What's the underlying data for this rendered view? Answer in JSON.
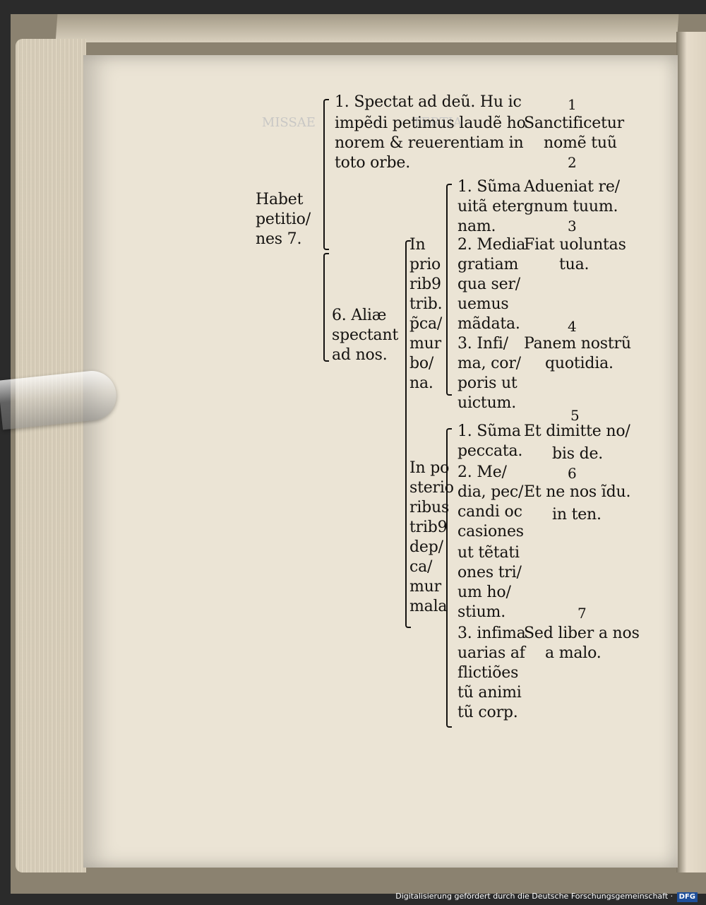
{
  "footer": {
    "text": "Digitalisierung gefördert durch die Deutsche Forschungsgemeinschaft ·",
    "logo": "DFG"
  },
  "left_label": [
    "Habet",
    "petitio/",
    "nes 7."
  ],
  "block_a": [
    "1. Spectat ad deũ. Hu ic",
    "impẽdi petimus laudẽ ho",
    "norem & reuerentiam in",
    "toto orbe."
  ],
  "block_b": [
    "6. Aliæ",
    "spectant",
    "ad nos."
  ],
  "col_prior": [
    "In",
    "prio",
    "rib9",
    "trib.",
    "p̃ca/",
    "mur",
    "bo/",
    "na."
  ],
  "col_prior_items": [
    "1. Sũma",
    "uitã eter",
    "nam.",
    "2. Media",
    "gratiam",
    "qua ser/",
    "uemus",
    "mãdata.",
    "3. Infi/",
    "ma, cor/",
    "poris ut",
    "uictum."
  ],
  "col_post": [
    "In po",
    "sterio",
    "ribus",
    "trib9",
    "dep/",
    "ca/",
    "mur",
    "mala"
  ],
  "col_post_items": [
    "1. Sũma",
    "peccata.",
    "2. Me/",
    "dia, pec/",
    "candi oc",
    "casiones",
    "ut tẽtati",
    "ones tri/",
    "um ho/",
    "stium.",
    "3. infima",
    "uarias af",
    "flictiões",
    "tũ animi",
    "tũ corp."
  ],
  "petitions": [
    {
      "num": "1",
      "lines": [
        "Sanctificetur",
        "nomẽ tuũ"
      ]
    },
    {
      "num": "2",
      "lines": [
        "Adueniat re/",
        "gnum tuum."
      ]
    },
    {
      "num": "3",
      "lines": [
        "Fiat uoluntas",
        "tua."
      ]
    },
    {
      "num": "4",
      "lines": [
        "Panem nostrũ",
        "quotidia."
      ]
    },
    {
      "num": "5",
      "lines": [
        "Et dimitte no/",
        "bis de."
      ]
    },
    {
      "num": "6",
      "lines": [
        "Et ne nos ĩdu.",
        "in ten."
      ]
    },
    {
      "num": "7",
      "lines": [
        "Sed liber a nos",
        "a malo."
      ]
    }
  ]
}
